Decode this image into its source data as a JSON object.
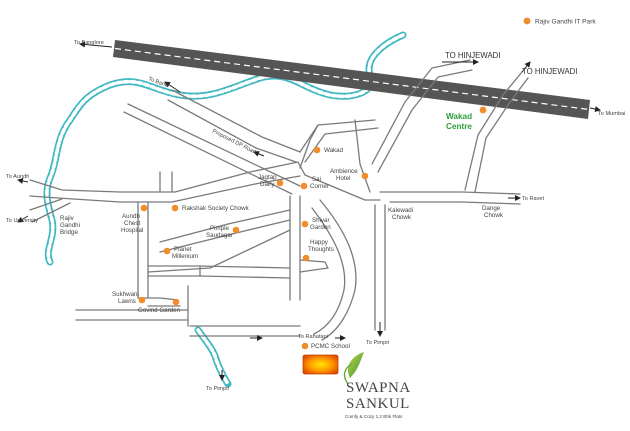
{
  "legend": {
    "label": "Rajiv Gandhi IT Park",
    "marker_color": "#f08c2a"
  },
  "highway": {
    "left_label": "To Banglore",
    "right_label": "To Mumbai"
  },
  "directions": {
    "hinjewadi_1": "TO HINJEWADI",
    "hinjewadi_2": "TO HINJEWADI",
    "baner": "To Baner",
    "aundh": "To Aundh",
    "university": "To University",
    "ravet": "To Ravet",
    "rahatani": "To Rahatani",
    "pimpri_center": "To Pimpri",
    "pimpri_bottom": "To Pimpri"
  },
  "roads": {
    "proposed_dp": "Proposed DP Road"
  },
  "areas": {
    "wakad_centre_1": "Wakad",
    "wakad_centre_2": "Centre"
  },
  "junctions": {
    "rajiv_bridge_1": "Rajiv",
    "rajiv_bridge_2": "Gandhi",
    "rajiv_bridge_3": "Bridge",
    "kalewadi_1": "Kalewadi",
    "kalewadi_2": "Chowk",
    "dange_1": "Dange",
    "dange_2": "Chowk"
  },
  "landmarks": {
    "wakad": "Wakad",
    "jagtap_1": "Jagtap",
    "jagtap_2": "Dairy",
    "sai_1": "Sai",
    "sai_2": "Corner",
    "ambience_1": "Ambience",
    "ambience_2": "Hotel",
    "aundh_1": "Aundh",
    "aundh_2": "Chest",
    "aundh_3": "Hospital",
    "rakshak": "Rakshak Society Chowk",
    "shivar_1": "Shivar",
    "shivar_2": "Garden",
    "pimple_1": "Pimple",
    "pimple_2": "Saudagar",
    "planet_1": "Planet",
    "planet_2": "Millenium",
    "happy_1": "Happy",
    "happy_2": "Thoughts",
    "sukhwani_1": "Sukhwani",
    "sukhwani_2": "Lawns",
    "govind": "Govind Garden",
    "pcmc": "PCMC School"
  },
  "project": {
    "name_1": "SWAPNA",
    "name_2": "SANKUL",
    "tagline": "Comfy & Cozy 1,2 Bhk Flats",
    "marker_color": "#f5a000",
    "name_color": "#6a6a6a",
    "tagline_color": "#555555"
  },
  "colors": {
    "river": "#43b8c2",
    "highway": "#555555",
    "road": "#7a7a7a",
    "wakad_centre": "#2e9e3a"
  }
}
